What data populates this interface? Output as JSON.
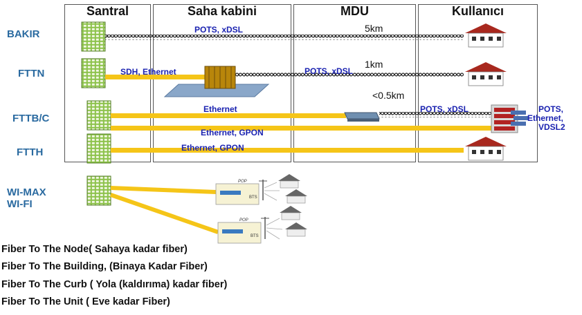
{
  "columns": [
    "Santral",
    "Saha kabini",
    "MDU",
    "Kullanıcı"
  ],
  "rows": [
    "BAKIR",
    "FTTN",
    "FTTB/C",
    "FTTH",
    "WI-MAX",
    "WI-FI"
  ],
  "links": {
    "bakir": "POTS, xDSL",
    "fttn_fiber": "SDH, Ethernet",
    "fttn_copper": "POTS, xDSL",
    "fttb_eth": "Ethernet",
    "fttb_copper": "POTS, xDSL",
    "fttb_gpon": "Ethernet, GPON",
    "ftth": "Ethernet, GPON",
    "building_1": "POTS,",
    "building_2": "Ethernet,",
    "building_3": "VDSL2"
  },
  "distances": {
    "d1": "5km",
    "d2": "1km",
    "d3": "<0.5km"
  },
  "wireless": {
    "pop": "POP",
    "bts": "BTS"
  },
  "footer": [
    "Fiber To The Node( Sahaya kadar fiber)",
    "Fiber To The Building, (Binaya Kadar Fiber)",
    "Fiber To The Curb ( Yola  (kaldırıma) kadar fiber)",
    "Fiber To The Unit ( Eve kadar Fiber)"
  ],
  "colors": {
    "fiber": "#f5c518",
    "label_blue": "#1a22b0",
    "row_label": "#2a6aa0",
    "cabinet": "#b8860b",
    "house_roof": "#a8281e",
    "equipment_green": "#6fa33a"
  }
}
